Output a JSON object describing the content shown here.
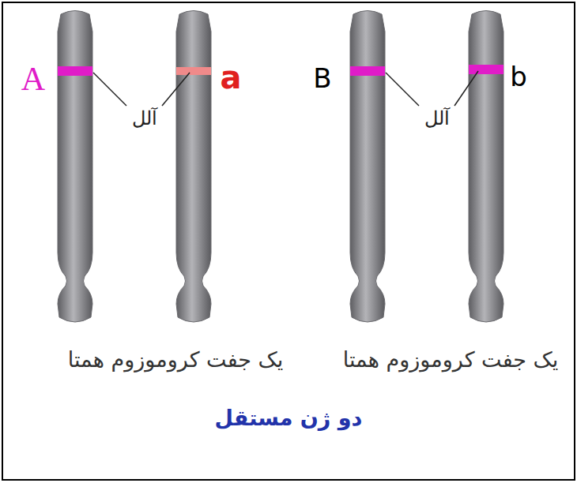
{
  "diagram": {
    "caption": "دو ژن مستقل",
    "labels": [
      "A",
      "a",
      "آلل",
      "B",
      "b",
      "آلل",
      "یک جفت کروموزوم همتا",
      "یک جفت کروموزوم همتا"
    ]
  }
}
